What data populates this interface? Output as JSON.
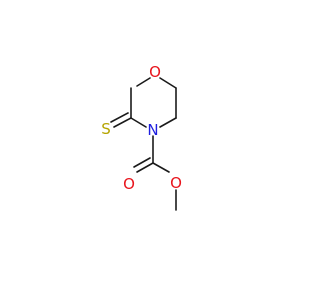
{
  "molecule": {
    "atoms": [
      {
        "id": "o_ring",
        "label": "O",
        "color": "#e8141c"
      },
      {
        "id": "n_ring",
        "label": "N",
        "color": "#1f1fe0"
      },
      {
        "id": "s_thione",
        "label": "S",
        "color": "#b5a400"
      },
      {
        "id": "o_carbonyl",
        "label": "O",
        "color": "#e8141c"
      },
      {
        "id": "o_ester",
        "label": "O",
        "color": "#e8141c"
      }
    ],
    "bond_color": "#1a1a1a",
    "background": "#ffffff"
  }
}
